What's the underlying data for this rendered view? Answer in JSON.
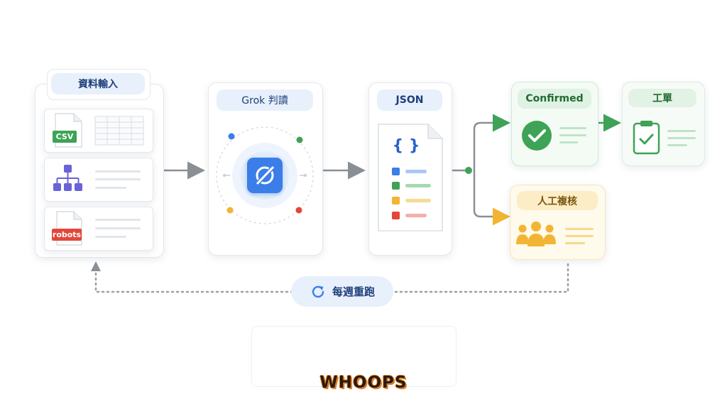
{
  "nodes": {
    "input": {
      "label": "資料輸入"
    },
    "grok": {
      "label": "Grok 判讀"
    },
    "json": {
      "label": "JSON",
      "brace": "{ }"
    },
    "confirmed": {
      "label": "Confirmed"
    },
    "ticket": {
      "label": "工單"
    },
    "review": {
      "label": "人工複核"
    },
    "rerun": {
      "label": "每週重跑"
    }
  },
  "files": {
    "csv": {
      "tag": "CSV"
    },
    "robots": {
      "tag": "robots"
    }
  },
  "watermark": "WHOOPS",
  "colors": {
    "blue": "#3b7ee8",
    "green": "#3ea356",
    "yellow": "#f2b533",
    "red": "#e2473a",
    "arrow": "#8a8f96"
  }
}
